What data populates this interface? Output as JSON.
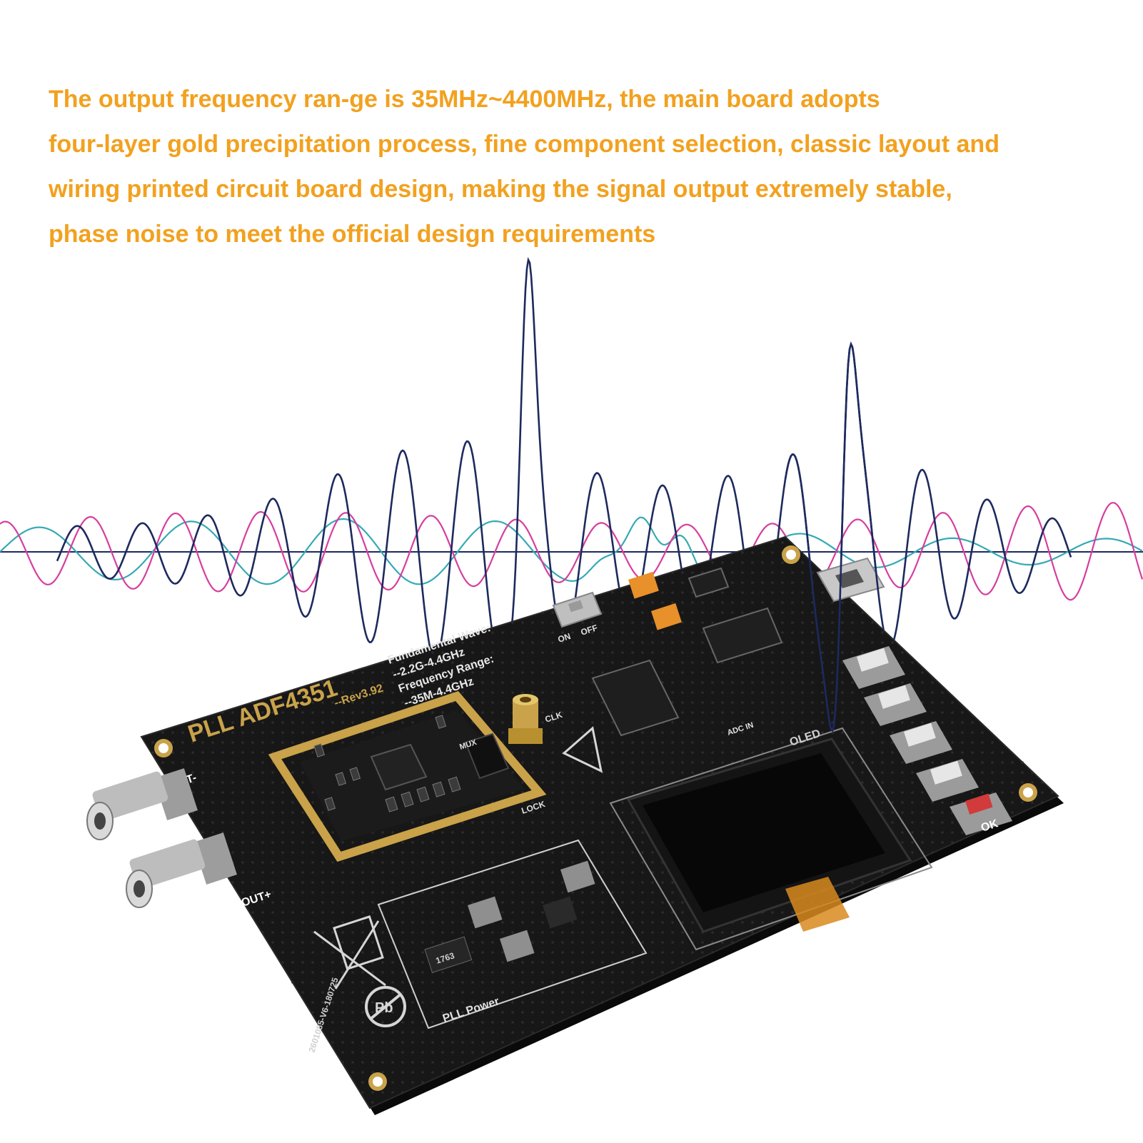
{
  "headline": {
    "lines": [
      "The output frequency ran-ge is 35MHz~4400MHz, the main board adopts",
      "four-layer gold precipitation process, fine component selection, classic layout and",
      "wiring printed circuit board design, making the signal output extremely stable,",
      "phase noise to meet the official design requirements"
    ]
  },
  "board": {
    "title": "PLL  ADF4351",
    "revision": "--Rev3.92",
    "spec_1": "Fundamental Wave:",
    "spec_2": "--2.2G-4.4GHz",
    "spec_3": "Frequency Range:",
    "spec_4": "--35M-4.4GHz",
    "switch_on": "ON",
    "switch_off": "OFF",
    "label_clk": "CLK",
    "label_mux": "MUX",
    "label_lock": "LOCK",
    "label_adc": "ADC IN",
    "label_oled": "OLED",
    "label_ok": "OK",
    "label_out_minus": "OUT-",
    "label_out_plus": "OUT+",
    "power_label": "PLL Power",
    "chip_marking": "1763",
    "pb_mark": "Pb",
    "serial": "2601085-V6-180725"
  },
  "colors": {
    "headline": "#F2A11F",
    "wave_navy": "#1D2A5E",
    "wave_magenta": "#D63E9E",
    "wave_teal": "#36A9B5",
    "pcb": "#141414",
    "gold": "#C9A24A"
  }
}
